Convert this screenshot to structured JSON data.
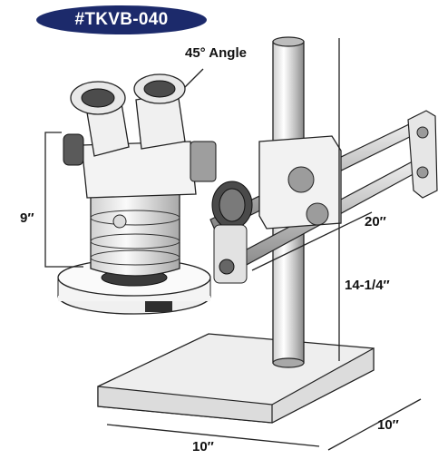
{
  "badge": {
    "text": "#TKVB-040"
  },
  "labels": {
    "angle": "45° Angle",
    "height": "9″",
    "arm": "20″",
    "pole": "14-1/4″",
    "base_width": "10″",
    "base_depth": "10″"
  },
  "colors": {
    "badge": "#1c2a6b",
    "line": "#222222",
    "metal": "#d8d8d8"
  }
}
